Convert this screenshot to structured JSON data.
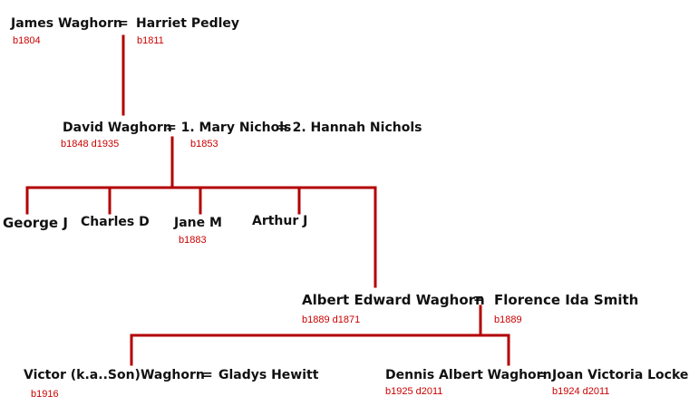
{
  "colors": {
    "line": "#b30000",
    "name": "#111111",
    "date": "#cc0000"
  },
  "gen1": {
    "husband": {
      "name": "James Waghorn",
      "dates": "b1804"
    },
    "equals": "=",
    "wife": {
      "name": "Harriet Pedley",
      "dates": "b1811"
    }
  },
  "gen2": {
    "person": {
      "name": "David Waghorn",
      "dates": "b1848 d1935"
    },
    "spouse1": {
      "label": "= 1. Mary Nichols",
      "dates": "b1853"
    },
    "spouse2": {
      "label": "= 2. Hannah Nichols"
    }
  },
  "children": [
    {
      "name": "George J",
      "dates": ""
    },
    {
      "name": "Charles D",
      "dates": ""
    },
    {
      "name": "Jane M",
      "dates": "b1883"
    },
    {
      "name": "Arthur J",
      "dates": ""
    }
  ],
  "albert": {
    "person": {
      "name": "Albert Edward Waghorn",
      "dates": "b1889 d1871"
    },
    "equals": "=",
    "spouse": {
      "name": "Florence Ida Smith",
      "dates": "b1889"
    }
  },
  "gen4": {
    "victor": {
      "name": "Victor (k.a..Son)Waghorn",
      "dates": "b1916"
    },
    "victor_equals": "=",
    "victor_spouse": {
      "name": "Gladys Hewitt"
    },
    "dennis": {
      "name": "Dennis Albert Waghorn",
      "dates": "b1925 d2011"
    },
    "dennis_equals": "=",
    "dennis_spouse": {
      "name": "Joan Victoria Locke",
      "dates": "b1924 d2011"
    }
  }
}
